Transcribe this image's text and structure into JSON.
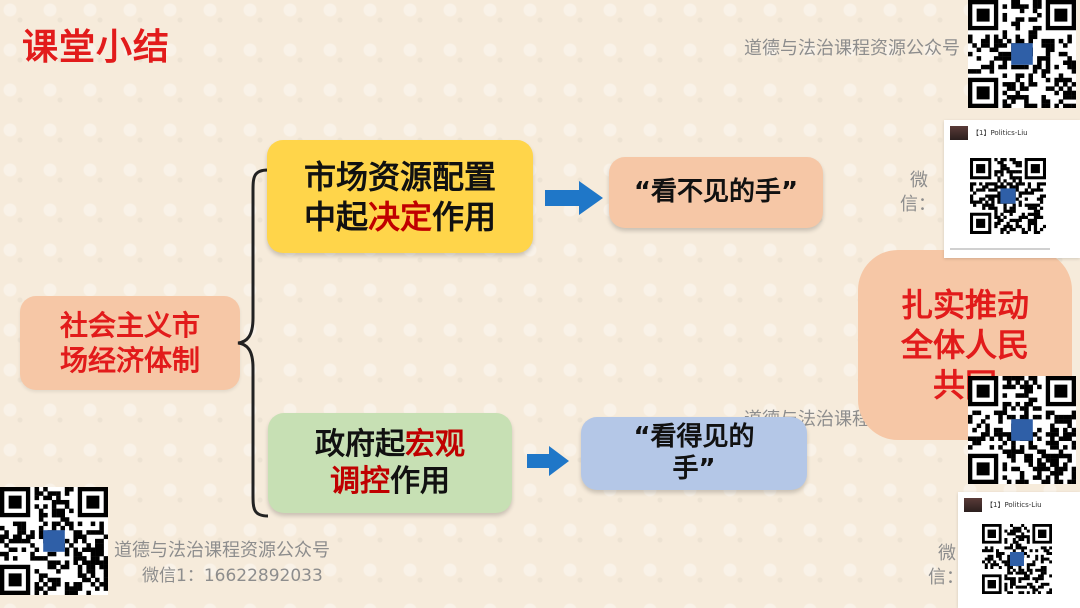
{
  "title": "课堂小结",
  "watermarks": {
    "account": "道德与法治课程资源公众号",
    "wechat": "微信1：16622892033",
    "wechat_prefix": "微信：",
    "wei": "微",
    "xin": "信：",
    "wx_card_title": "【1】Politics-Liu"
  },
  "diagram": {
    "root": {
      "line1": "社会主义市",
      "line2": "场经济体制"
    },
    "market": {
      "line1": "市场资源配置",
      "line2_a": "中起",
      "line2_b": "决定",
      "line2_c": "作用"
    },
    "government": {
      "line1_a": "政府起",
      "line1_b": "宏观",
      "line2_a": "调控",
      "line2_b": "作用"
    },
    "invisible_hand": "“看不见的手”",
    "visible_hand": {
      "line1": "“看得见的",
      "line2": "手”"
    },
    "common_prosperity": {
      "line1": "扎实推动",
      "line2": "全体人民",
      "line3": "共同"
    }
  },
  "colors": {
    "accent_red": "#e21b1b",
    "emphasis_red": "#c00000",
    "arrow_blue": "#1f77c8",
    "market_fill": "#ffd54a",
    "gov_fill": "#c7e0b4",
    "peach_fill": "#f6c7a6",
    "blue_fill": "#b4c7e7"
  },
  "icons": [
    "right-arrow-icon",
    "curly-brace-icon",
    "qr-code-icon"
  ]
}
